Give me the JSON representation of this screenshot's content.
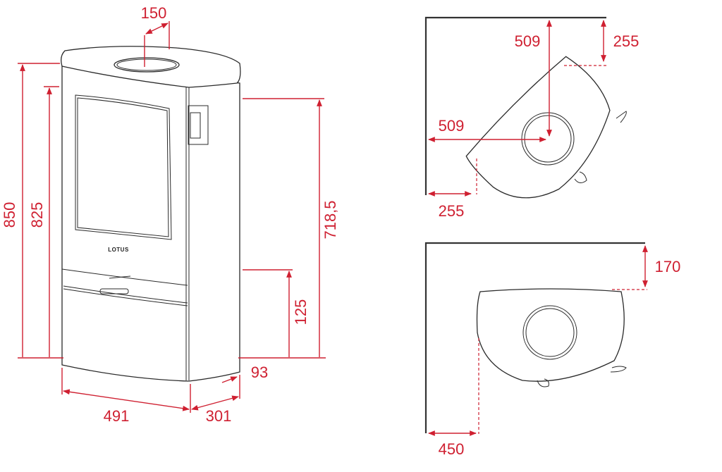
{
  "front_view": {
    "logo": "LOTUS",
    "dimensions": {
      "flue_diameter": "150",
      "total_height": "850",
      "flue_height": "825",
      "rear_outlet_height": "718,5",
      "lower_height": "125",
      "rear_offset": "93",
      "width": "491",
      "depth": "301"
    }
  },
  "corner_plan": {
    "center_from_top": "509",
    "center_from_left": "509",
    "clearance_top": "255",
    "clearance_left": "255"
  },
  "wall_plan": {
    "clearance_back": "170",
    "clearance_side": "450"
  },
  "colors": {
    "dimension": "#cf2031",
    "outline": "#2a2a2a"
  }
}
